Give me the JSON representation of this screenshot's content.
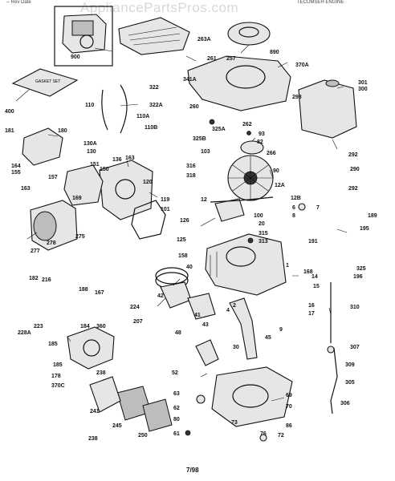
{
  "header": {
    "left": "-- Rev Date",
    "right": "TECUMSEH ENGINE",
    "watermark": "AppliancePartsPros.com"
  },
  "footer": {
    "date": "7/98"
  },
  "parts": [
    "900",
    "263A",
    "890",
    "261",
    "257",
    "370A",
    "400",
    "341A",
    "322",
    "322A",
    "260",
    "301",
    "300",
    "298",
    "110",
    "110A",
    "110B",
    "325A",
    "325B",
    "262",
    "93",
    "82",
    "266",
    "181",
    "180",
    "130A",
    "130",
    "164",
    "155",
    "157",
    "163",
    "169",
    "151",
    "150",
    "136",
    "163",
    "120",
    "119",
    "103",
    "316",
    "318",
    "90",
    "292",
    "290",
    "292",
    "12A",
    "12B",
    "12",
    "101",
    "100",
    "6",
    "8",
    "7",
    "315",
    "313",
    "20",
    "278",
    "275",
    "277",
    "126",
    "125",
    "158",
    "40",
    "1",
    "168",
    "189",
    "195",
    "191",
    "325",
    "196",
    "42",
    "182",
    "216",
    "188",
    "167",
    "224",
    "14",
    "15",
    "16",
    "17",
    "41",
    "43",
    "2",
    "4",
    "310",
    "228A",
    "223",
    "185",
    "184",
    "360",
    "207",
    "48",
    "45",
    "9",
    "30",
    "307",
    "185",
    "178",
    "238",
    "370C",
    "241",
    "245",
    "250",
    "52",
    "63",
    "62",
    "80",
    "61",
    "69",
    "70",
    "73",
    "76",
    "86",
    "72",
    "309",
    "305",
    "306",
    "238"
  ]
}
